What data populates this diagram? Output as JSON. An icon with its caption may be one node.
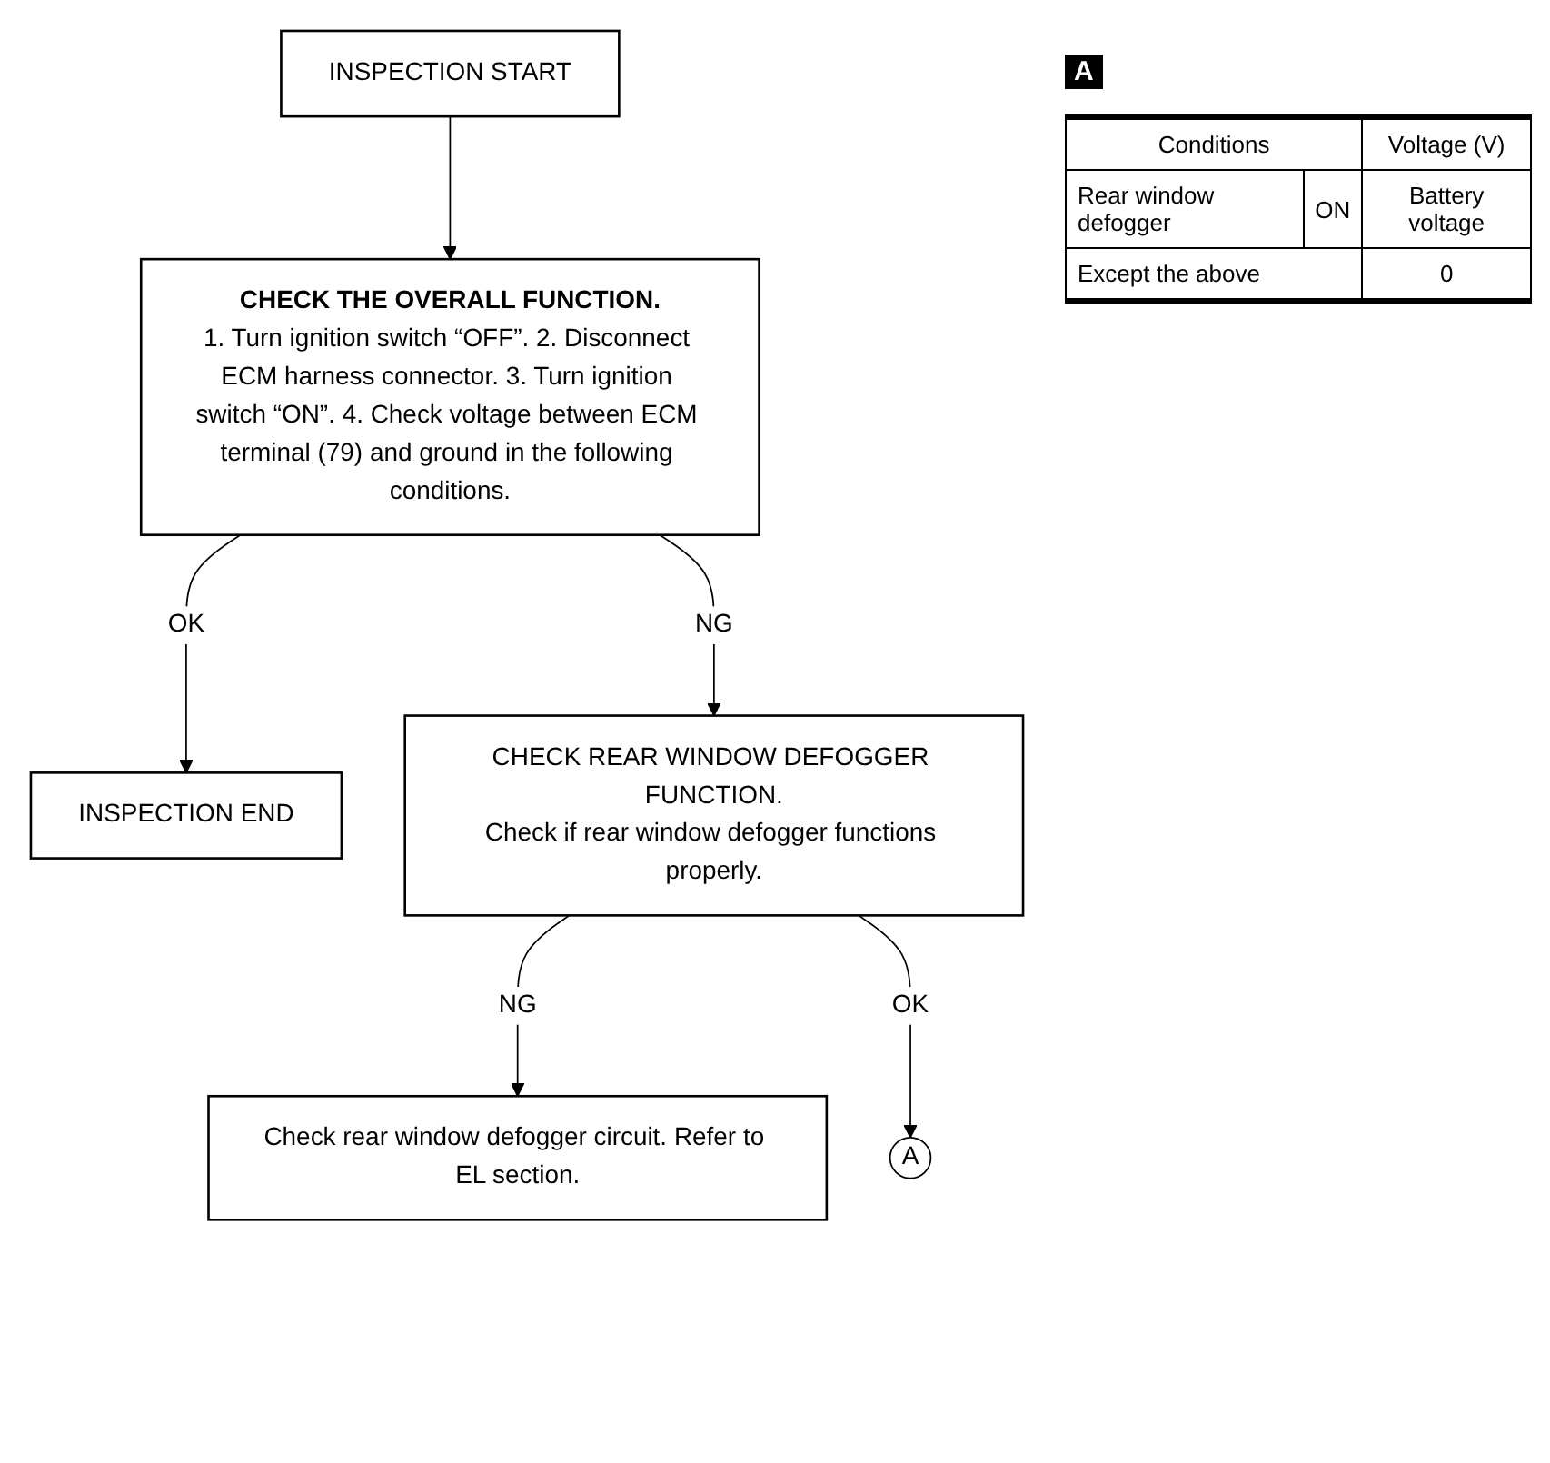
{
  "diagram": {
    "nodes": [
      {
        "text": [
          "INSPECTION START"
        ]
      },
      {
        "text": [
          "CHECK THE OVERALL FUNCTION.",
          "1. Turn ignition switch “OFF”. 2. Disconnect ECM harness connector. 3. Turn ignition switch “ON”. 4. Check voltage between ECM terminal (79) and ground in the following conditions."
        ]
      },
      {
        "text": [
          "INSPECTION END"
        ]
      },
      {
        "text": [
          "CHECK REAR WINDOW DEFOGGER FUNCTION.",
          "Check if rear window defogger functions properly."
        ]
      },
      {
        "text": [
          "Check rear window defogger circuit. Refer to EL section."
        ]
      },
      {
        "text": [
          "A"
        ]
      }
    ],
    "edges": [
      {
        "from": 0,
        "to": 1,
        "arrow": "to"
      },
      {
        "from": 1,
        "to": 2,
        "label": "OK",
        "arrow": "to"
      },
      {
        "from": 1,
        "to": 3,
        "label": "NG",
        "arrow": "to"
      },
      {
        "from": 3,
        "to": 4,
        "label": "NG",
        "arrow": "to"
      },
      {
        "from": 3,
        "to": 5,
        "label": "OK",
        "arrow": "to"
      }
    ],
    "labels": [
      "A",
      "Conditions",
      "Voltage (V)",
      "Rear window defogger",
      "ON",
      "Battery voltage",
      "Except the above",
      "0"
    ]
  }
}
